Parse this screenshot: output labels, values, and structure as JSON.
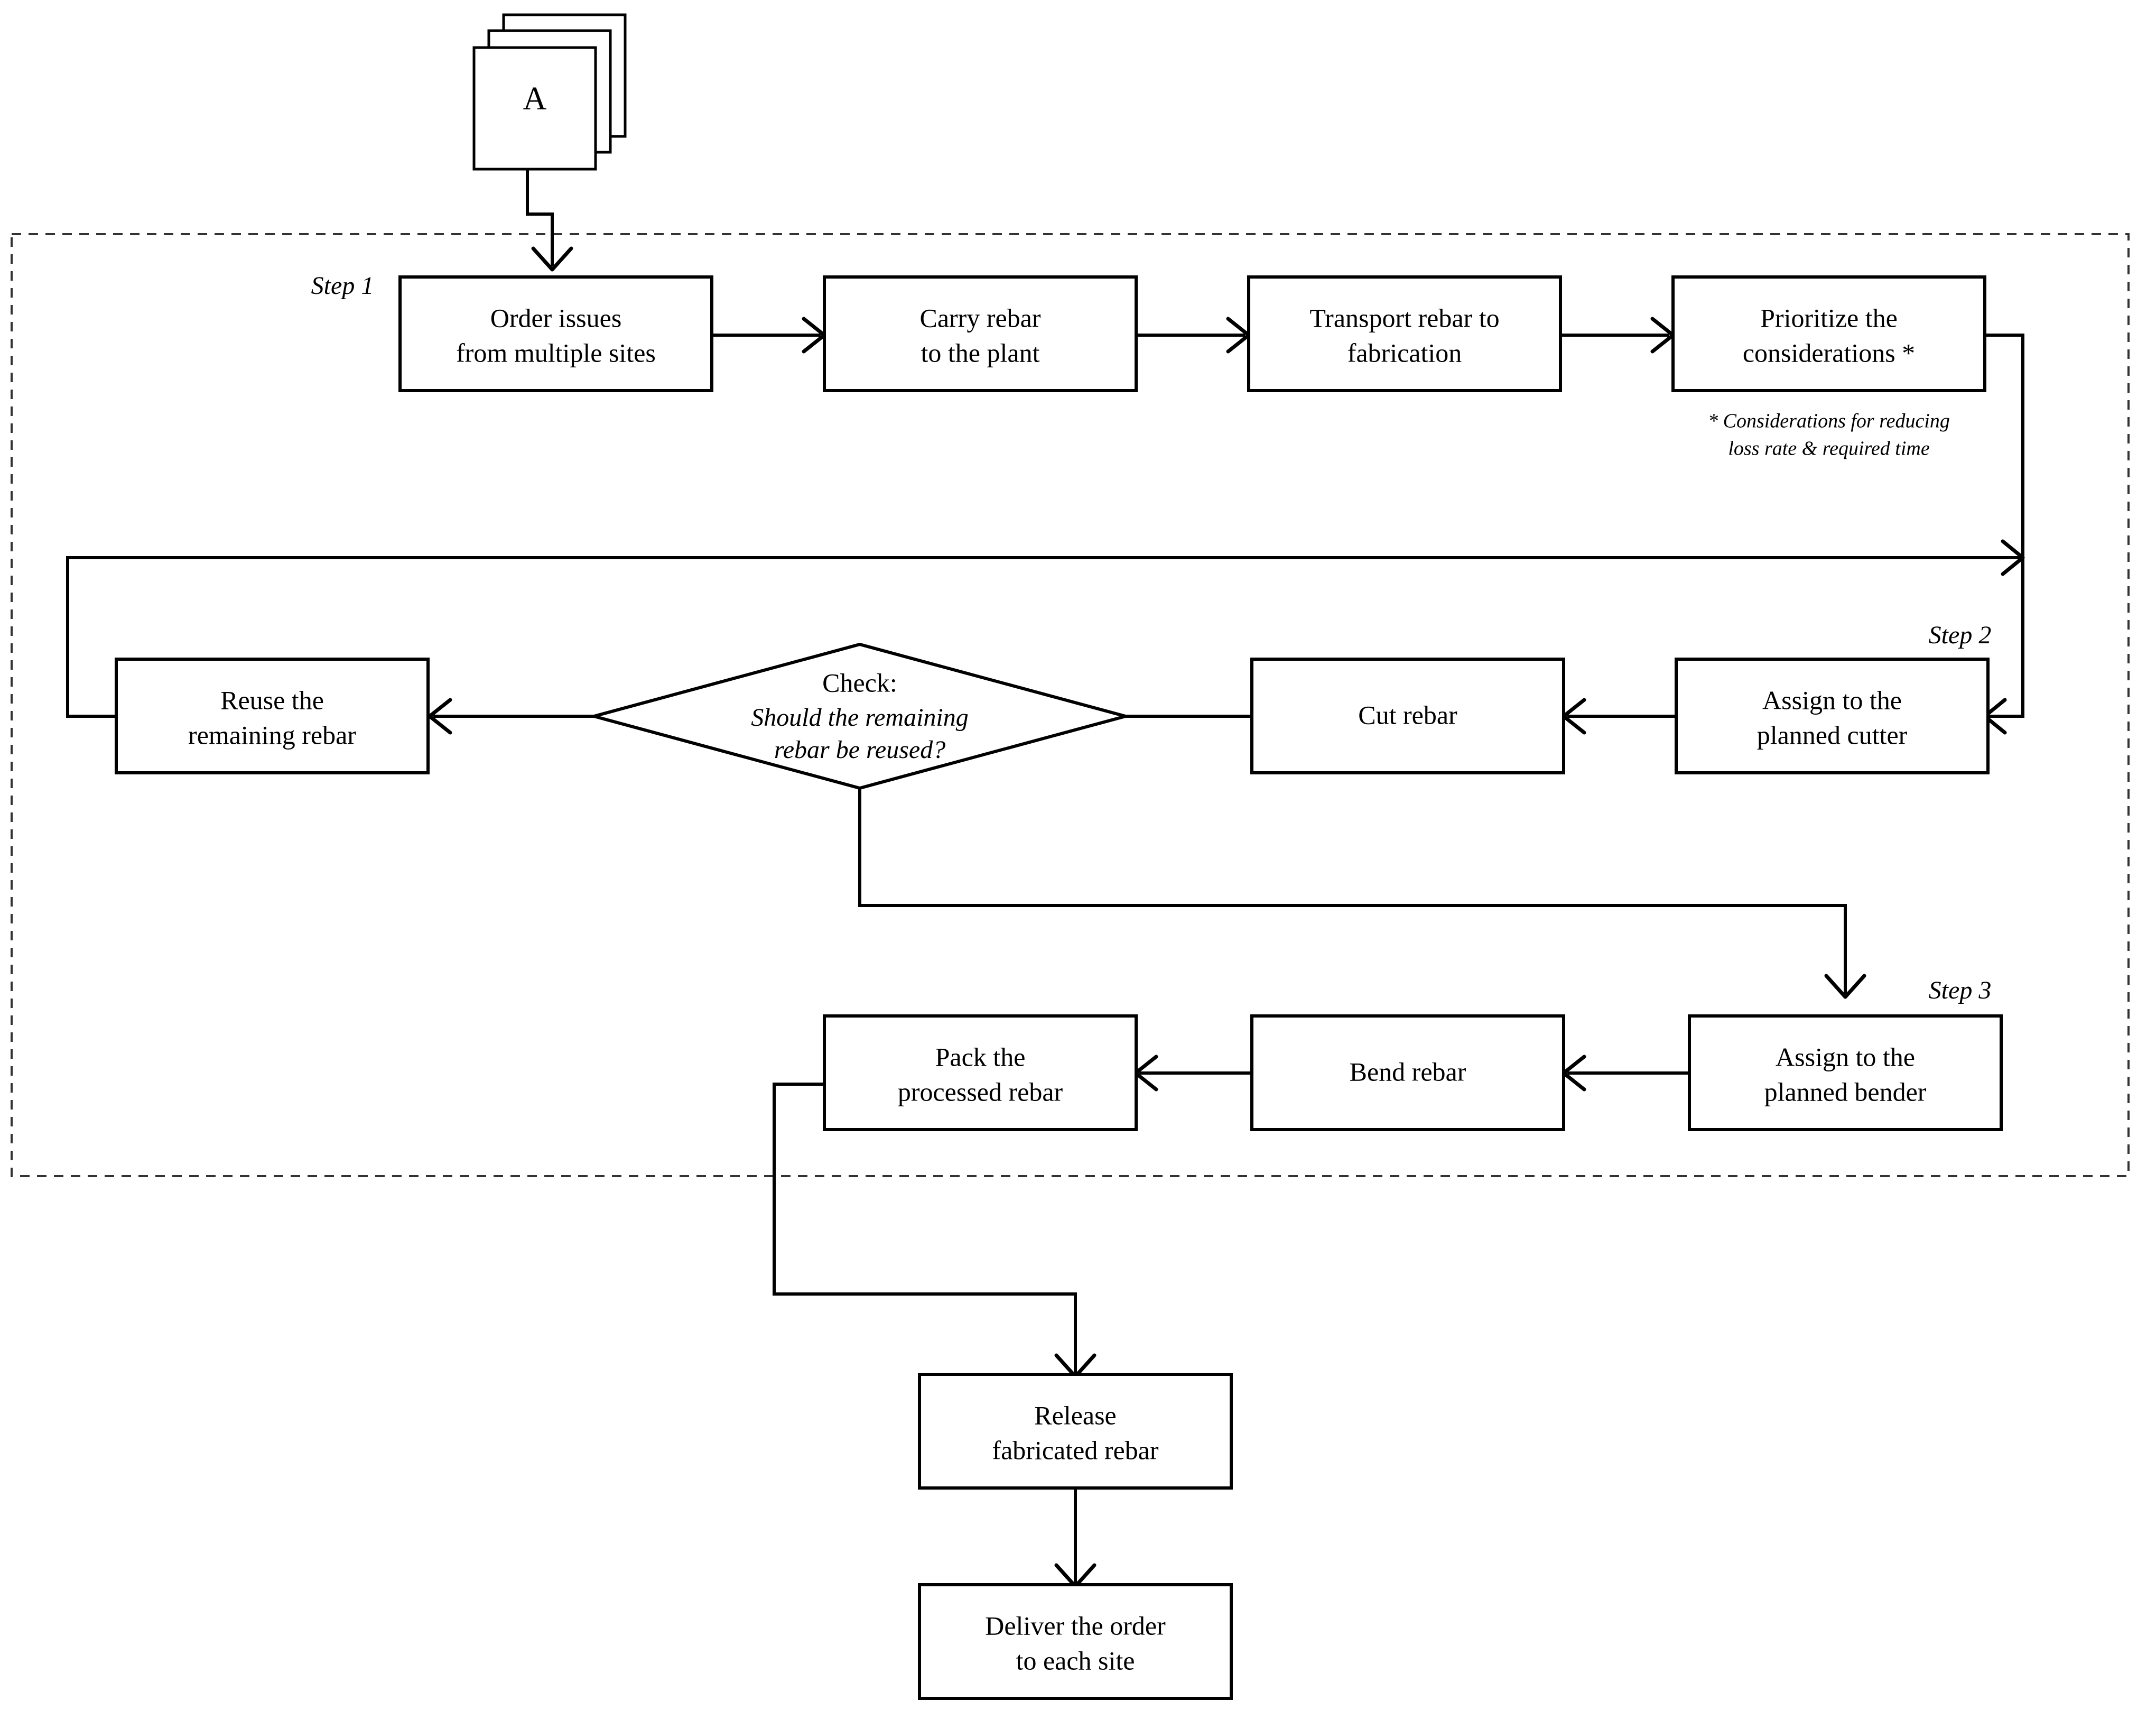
{
  "diagram": {
    "title_text": "",
    "colors": {
      "line": "#000000",
      "boundary": "#333333",
      "node_fill": "#ffffff",
      "background": "#ffffff"
    },
    "boundary": {
      "name": "fabrication-plant-boundary",
      "style": "dashed"
    },
    "offpage_connector": {
      "label": "A"
    },
    "step_labels": {
      "step1": "Step 1",
      "step2": "Step 2",
      "step3": "Step 3"
    },
    "nodes": {
      "order_issues": {
        "line1": "Order issues",
        "line2": "from multiple sites"
      },
      "carry_rebar": {
        "line1": "Carry rebar",
        "line2": "to the plant"
      },
      "transport_rebar": {
        "line1": "Transport rebar to",
        "line2": "fabrication"
      },
      "prioritize": {
        "line1": "Prioritize the",
        "line2": "considerations *"
      },
      "assign_cutter": {
        "line1": "Assign to the",
        "line2": "planned cutter"
      },
      "cut_rebar": {
        "line1": "Cut rebar",
        "line2": ""
      },
      "check_decision": {
        "line1": "Check:",
        "line2": "Should the remaining",
        "line3": "rebar be reused?"
      },
      "reuse_rebar": {
        "line1": "Reuse the",
        "line2": "remaining rebar"
      },
      "assign_bender": {
        "line1": "Assign to the",
        "line2": "planned bender"
      },
      "bend_rebar": {
        "line1": "Bend rebar",
        "line2": ""
      },
      "pack_rebar": {
        "line1": "Pack the",
        "line2": "processed rebar"
      },
      "release_rebar": {
        "line1": "Release",
        "line2": "fabricated rebar"
      },
      "deliver_order": {
        "line1": "Deliver the order",
        "line2": "to each site"
      }
    },
    "footnote": {
      "line1": "* Considerations for reducing",
      "line2": "loss rate & required time"
    }
  }
}
